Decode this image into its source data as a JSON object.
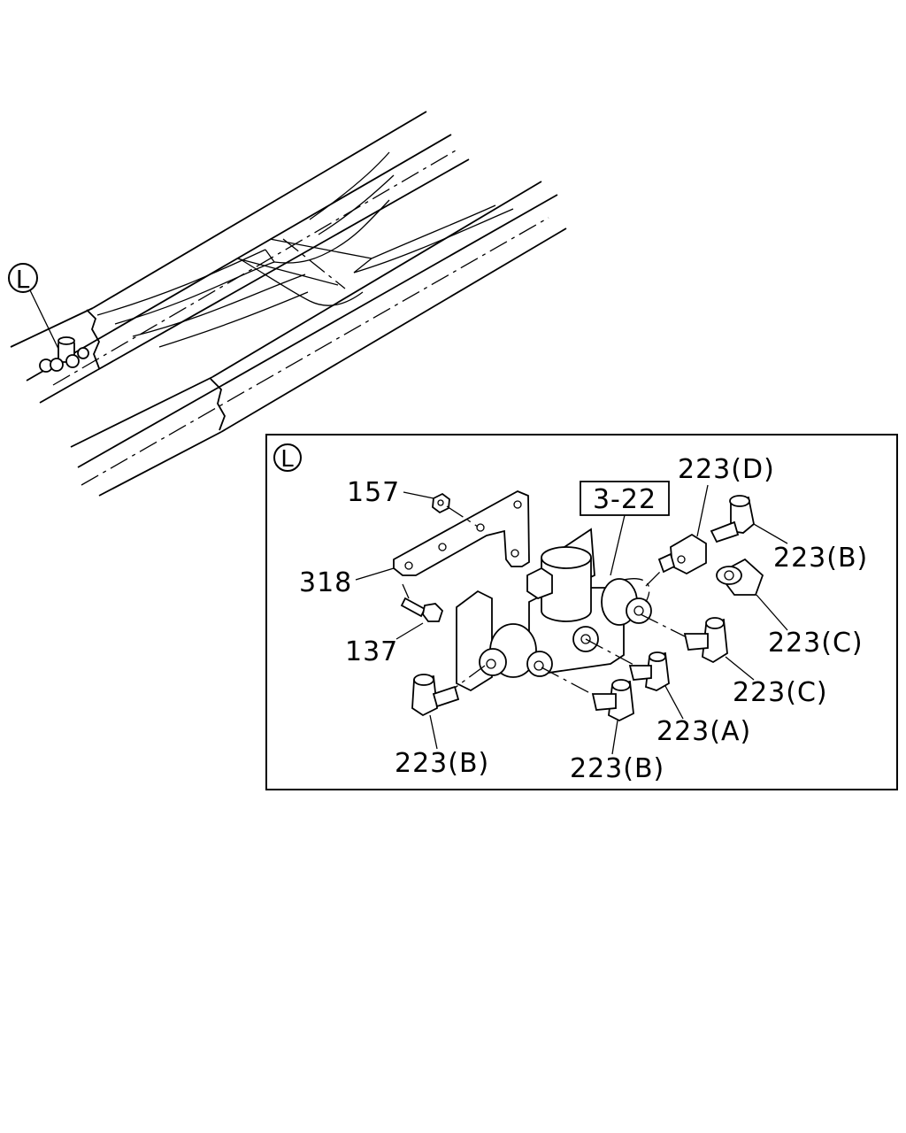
{
  "overview": {
    "callout_letter": "L"
  },
  "detail": {
    "callout_letter": "L",
    "ref_box": "3-22",
    "labels": {
      "p157": "157",
      "p318": "318",
      "p137": "137",
      "p223_d": "223(D)",
      "p223_b_top": "223(B)",
      "p223_c_top": "223(C)",
      "p223_c_mid": "223(C)",
      "p223_a": "223(A)",
      "p223_b_left": "223(B)",
      "p223_b_bottom": "223(B)"
    }
  }
}
